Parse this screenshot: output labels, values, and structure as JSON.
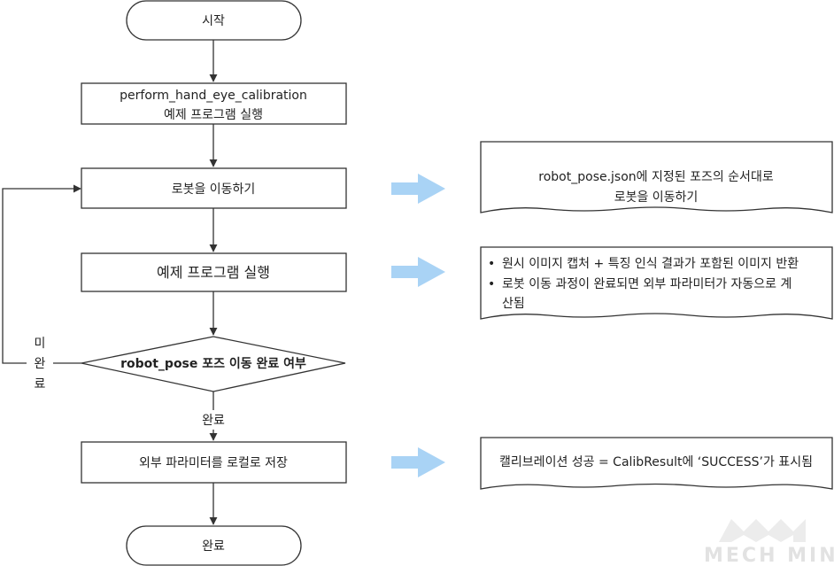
{
  "nodes": {
    "start": "시작",
    "run_example": [
      "perform_hand_eye_calibration",
      "예제 프로그램 실행"
    ],
    "move_robot": "로봇을 이동하기",
    "run_example2": "예제 프로그램 실행",
    "decision": "robot_pose 포즈 이동 완료 여부",
    "save": "외부 파라미터를 로컬로 저장",
    "end": "완료"
  },
  "edge_labels": {
    "not_done": [
      "미",
      "완",
      "료"
    ],
    "done": "완료"
  },
  "notes": {
    "move_robot": [
      "robot_pose.json에 지정된 포즈의 순서대로",
      "로봇을 이동하기"
    ],
    "run_example": {
      "bullet": "•",
      "lines": [
        "원시 이미지 캡처 + 특징 인식 결과가 포함된 이미지 반환",
        "로봇 이동 과정이 완료되면 외부 파라미터가 자동으로 계",
        "산됨"
      ]
    },
    "save": "캘리브레이션 성공 = CalibResult에 ‘SUCCESS’가 표시됨"
  },
  "watermark": "MECH MIND",
  "colors": {
    "stroke": "#333333",
    "arrow_fill": "#a9d3f5",
    "watermark": "#e2e2e2"
  }
}
